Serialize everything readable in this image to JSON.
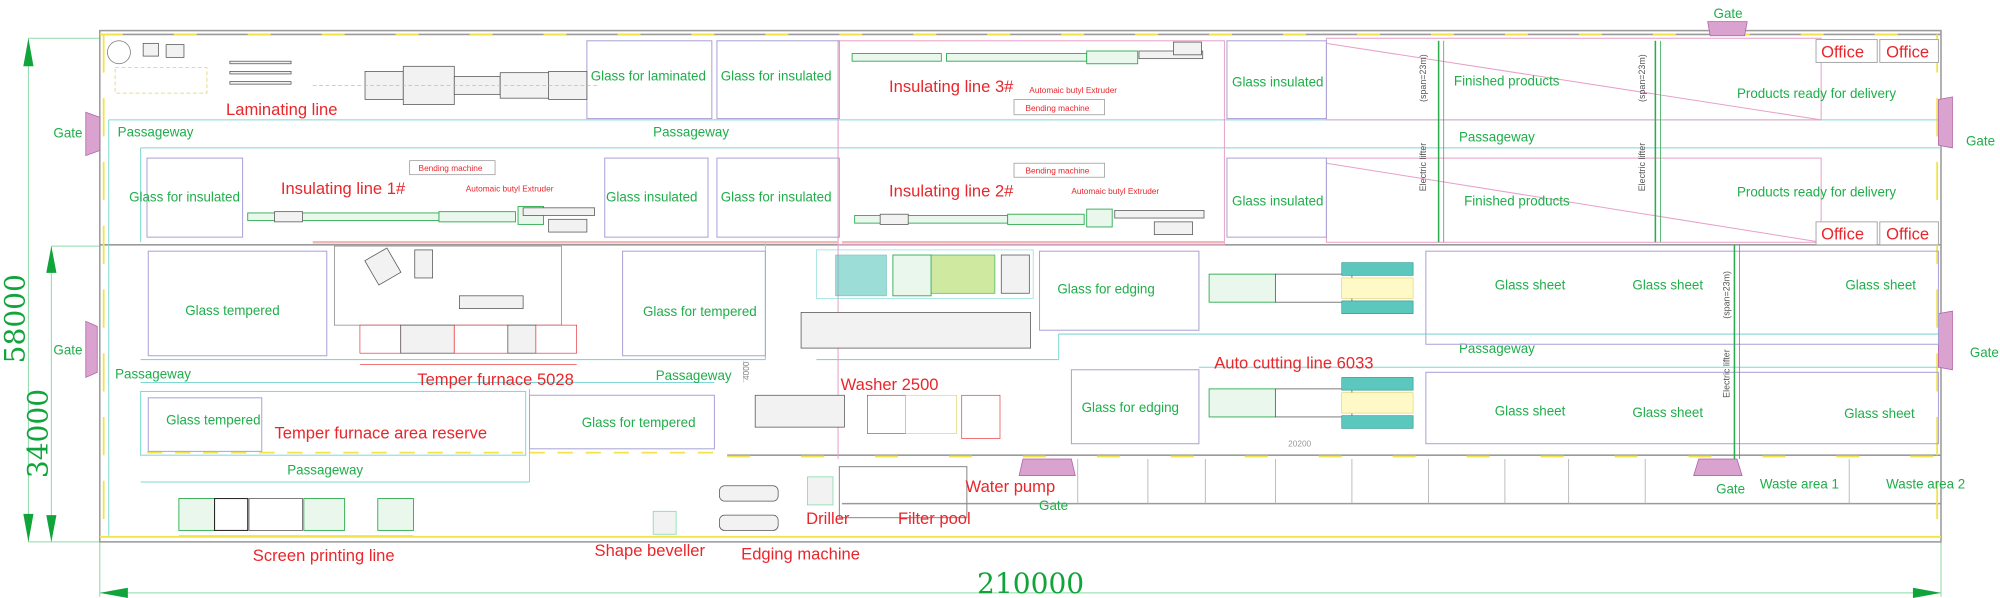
{
  "dimensions": {
    "total_length": "210000",
    "total_width": "58000",
    "partial_width": "34000",
    "washer_gap": "4000",
    "cutting_line_length": "20200"
  },
  "gates": [
    "Gate",
    "Gate",
    "Gate",
    "Gate",
    "Gate",
    "Gate",
    "Gate"
  ],
  "passageways": [
    "Passageway",
    "Passageway",
    "Passageway",
    "Passageway",
    "Passageway",
    "Passageway",
    "Passageway"
  ],
  "equipment": {
    "laminating_line": "Laminating line",
    "insulating_line_1": "Insulating line 1#",
    "insulating_line_2": "Insulating line 2#",
    "insulating_line_3": "Insulating line 3#",
    "bending_machine": "Bending machine",
    "butyl_extruder": "Automaic butyl Extruder",
    "temper_furnace": "Temper furnace 5028",
    "temper_reserve": "Temper furnace area reserve",
    "washer": "Washer 2500",
    "auto_cutting": "Auto cutting line 6033",
    "screen_printing": "Screen printing line",
    "shape_beveller": "Shape beveller",
    "edging_machine": "Edging machine",
    "driller": "Driller",
    "filter_pool": "Filter pool",
    "water_pump": "Water pump"
  },
  "storage": {
    "glass_for_laminated": "Glass for laminated",
    "glass_for_insulated": "Glass for insulated",
    "glass_insulated": "Glass insulated",
    "finished_products": "Finished products",
    "ready_for_delivery": "Products ready for delivery",
    "glass_tempered": "Glass tempered",
    "glass_for_tempered": "Glass for tempered",
    "glass_for_edging": "Glass for edging",
    "glass_sheet": "Glass sheet",
    "waste_area_1": "Waste area 1",
    "waste_area_2": "Waste area 2"
  },
  "office": "Office",
  "lifter": {
    "label": "Electric lifter",
    "span": "(span=23m)"
  },
  "colors": {
    "label_green": "#1fae4a",
    "label_red": "#e8262b",
    "gate_pink": "#d9a2cf"
  }
}
